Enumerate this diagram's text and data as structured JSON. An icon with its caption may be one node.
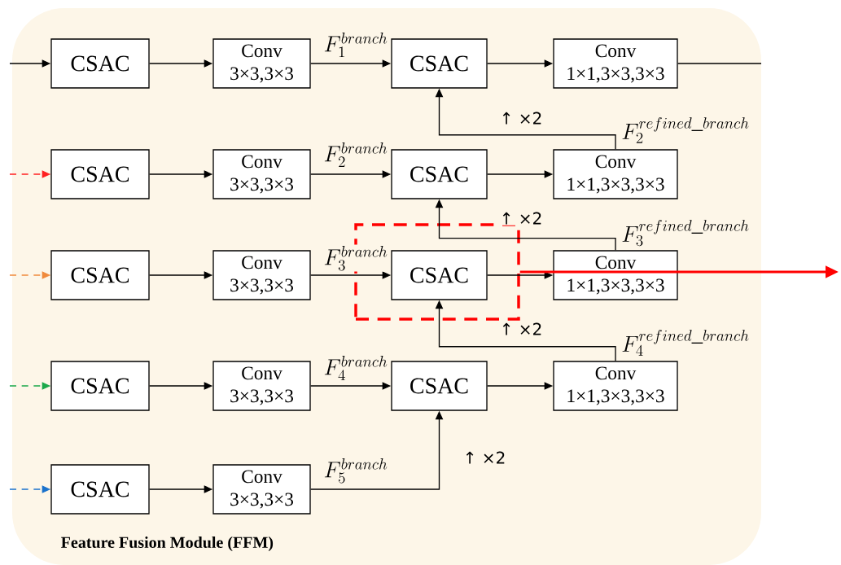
{
  "diagram": {
    "nodes": [
      {
        "text": [
          "Feature Fusion Module (FFM)"
        ]
      },
      {
        "text": [
          "CSAC"
        ],
        "in": 0
      },
      {
        "text": [
          "Conv 3×3,3×3"
        ],
        "in": 0
      },
      {
        "text": [
          "CSAC"
        ],
        "in": 0
      },
      {
        "text": [
          "Conv 1×1,3×3,3×3"
        ],
        "in": 0
      },
      {
        "text": [
          "CSAC"
        ],
        "in": 0
      },
      {
        "text": [
          "Conv 3×3,3×3"
        ],
        "in": 0
      },
      {
        "text": [
          "CSAC"
        ],
        "in": 0
      },
      {
        "text": [
          "Conv 1×1,3×3,3×3"
        ],
        "in": 0
      },
      {
        "text": [
          "CSAC"
        ],
        "in": 0
      },
      {
        "text": [
          "Conv 3×3,3×3"
        ],
        "in": 0
      },
      {
        "text": [],
        "shape": "box",
        "in": 0
      },
      {
        "text": [
          "CSAC"
        ],
        "in": 11
      },
      {
        "text": [
          "Conv 1×1,3×3,3×3"
        ],
        "in": 0
      },
      {
        "text": [
          "CSAC"
        ],
        "in": 0
      },
      {
        "text": [
          "Conv 3×3,3×3"
        ],
        "in": 0
      },
      {
        "text": [
          "CSAC"
        ],
        "in": 0
      },
      {
        "text": [
          "Conv 1×1,3×3,3×3"
        ],
        "in": 0
      },
      {
        "text": [
          "CSAC"
        ],
        "in": 0
      },
      {
        "text": [
          "Conv 3×3,3×3"
        ],
        "in": 0
      }
    ],
    "edges": [
      {
        "from": null,
        "to": 1,
        "arrow": "to"
      },
      {
        "from": 1,
        "to": 2,
        "arrow": "to"
      },
      {
        "from": 2,
        "to": 3,
        "arrow": "to",
        "label": "F_{1}^{branch}"
      },
      {
        "from": 3,
        "to": 4,
        "arrow": "to"
      },
      {
        "from": 4,
        "to": null,
        "arrow": "none"
      },
      {
        "from": null,
        "to": 5,
        "arrow": "to",
        "style": "dashed",
        "color": "#ff2020"
      },
      {
        "from": 5,
        "to": 6,
        "arrow": "to"
      },
      {
        "from": 6,
        "to": 7,
        "arrow": "to",
        "label": "F_{2}^{branch}"
      },
      {
        "from": 7,
        "to": 8,
        "arrow": "to"
      },
      {
        "from": 8,
        "to": 3,
        "arrow": "to",
        "label": "F_{2}^{refined\\_branch}"
      },
      {
        "from": null,
        "to": 9,
        "arrow": "to",
        "style": "dashed",
        "color": "#f08a3c"
      },
      {
        "from": 9,
        "to": 10,
        "arrow": "to"
      },
      {
        "from": 10,
        "to": 12,
        "arrow": "to",
        "label": "F_{3}^{branch}"
      },
      {
        "from": 12,
        "to": 13,
        "arrow": "to"
      },
      {
        "from": 13,
        "to": 7,
        "arrow": "to",
        "label": "F_{3}^{refined\\_branch}"
      },
      {
        "from": 11,
        "to": null,
        "arrow": "to",
        "style": "thick",
        "color": "#ff0000"
      },
      {
        "from": null,
        "to": 14,
        "arrow": "to",
        "style": "dashed",
        "color": "#1aa84a"
      },
      {
        "from": 14,
        "to": 15,
        "arrow": "to"
      },
      {
        "from": 15,
        "to": 16,
        "arrow": "to",
        "label": "F_{4}^{branch}"
      },
      {
        "from": 16,
        "to": 17,
        "arrow": "to"
      },
      {
        "from": 17,
        "to": 12,
        "arrow": "to",
        "label": "F_{4}^{refined\\_branch}"
      },
      {
        "from": null,
        "to": 18,
        "arrow": "to",
        "style": "dashed",
        "color": "#1a72cc"
      },
      {
        "from": 18,
        "to": 19,
        "arrow": "to"
      },
      {
        "from": 19,
        "to": 16,
        "arrow": "to",
        "label": "F_{5}^{branch}"
      }
    ],
    "labels": [
      "↑ ×2",
      "↑ ×2",
      "↑ ×2",
      "↑ ×2"
    ]
  }
}
